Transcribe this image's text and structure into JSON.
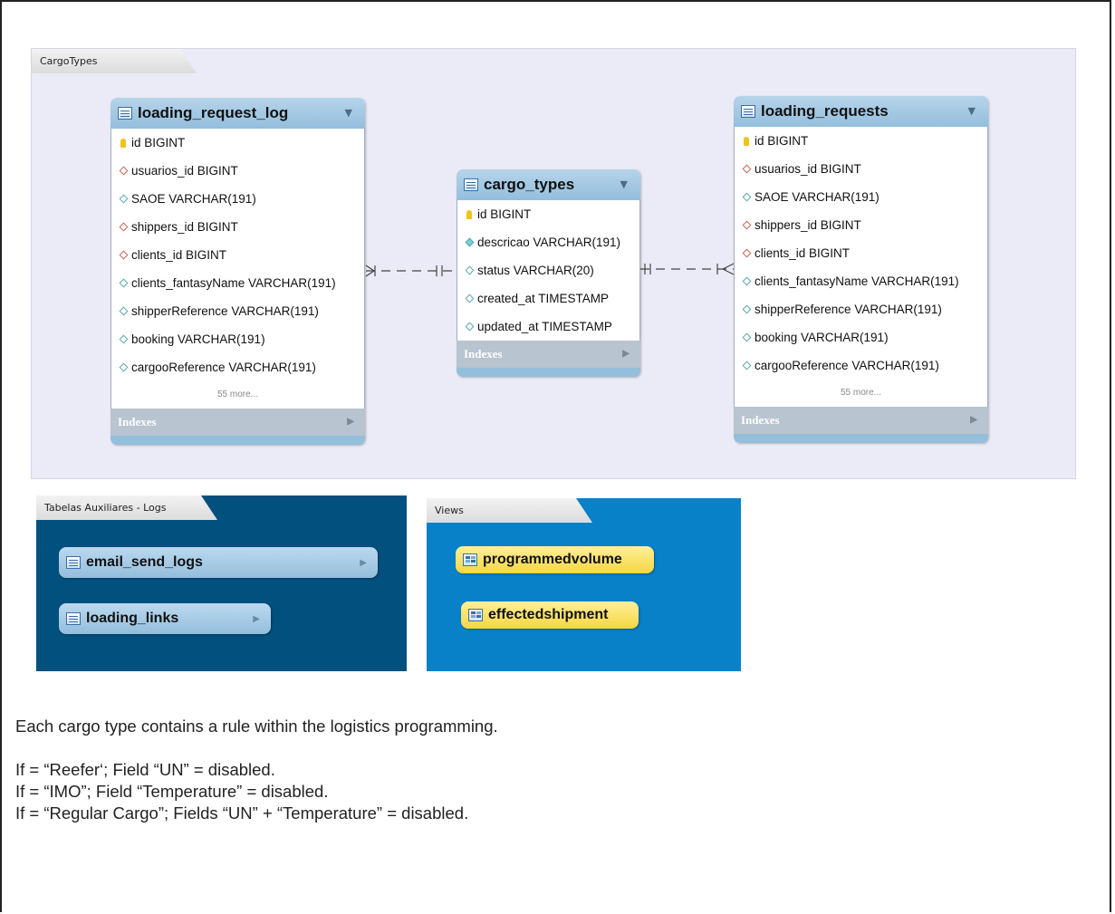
{
  "layers": {
    "cargo_types": {
      "label": "CargoTypes"
    },
    "aux_logs": {
      "label": "Tabelas Auxiliares - Logs"
    },
    "views": {
      "label": "Views"
    }
  },
  "tables": {
    "loading_request_log": {
      "name": "loading_request_log",
      "columns": [
        {
          "text": "id BIGINT",
          "icon": "primary-key-icon"
        },
        {
          "text": "usuarios_id BIGINT",
          "icon": "foreign-key-diamond-icon"
        },
        {
          "text": "SAOE VARCHAR(191)",
          "icon": "column-diamond-icon"
        },
        {
          "text": "shippers_id BIGINT",
          "icon": "foreign-key-diamond-icon"
        },
        {
          "text": "clients_id BIGINT",
          "icon": "foreign-key-diamond-icon"
        },
        {
          "text": "clients_fantasyName VARCHAR(191)",
          "icon": "column-diamond-icon"
        },
        {
          "text": "shipperReference VARCHAR(191)",
          "icon": "column-diamond-icon"
        },
        {
          "text": "booking VARCHAR(191)",
          "icon": "column-diamond-icon"
        },
        {
          "text": "cargooReference VARCHAR(191)",
          "icon": "column-diamond-icon"
        }
      ],
      "more": "55 more...",
      "indexes": "Indexes"
    },
    "cargo_types": {
      "name": "cargo_types",
      "columns": [
        {
          "text": "id BIGINT",
          "icon": "primary-key-icon"
        },
        {
          "text": "descricao VARCHAR(191)",
          "icon": "not-null-diamond-icon"
        },
        {
          "text": "status VARCHAR(20)",
          "icon": "column-diamond-icon"
        },
        {
          "text": "created_at TIMESTAMP",
          "icon": "column-diamond-icon"
        },
        {
          "text": "updated_at TIMESTAMP",
          "icon": "column-diamond-icon"
        }
      ],
      "indexes": "Indexes"
    },
    "loading_requests": {
      "name": "loading_requests",
      "columns": [
        {
          "text": "id BIGINT",
          "icon": "primary-key-icon"
        },
        {
          "text": "usuarios_id BIGINT",
          "icon": "foreign-key-diamond-icon"
        },
        {
          "text": "SAOE VARCHAR(191)",
          "icon": "column-diamond-icon"
        },
        {
          "text": "shippers_id BIGINT",
          "icon": "foreign-key-diamond-icon"
        },
        {
          "text": "clients_id BIGINT",
          "icon": "foreign-key-diamond-icon"
        },
        {
          "text": "clients_fantasyName VARCHAR(191)",
          "icon": "column-diamond-icon"
        },
        {
          "text": "shipperReference VARCHAR(191)",
          "icon": "column-diamond-icon"
        },
        {
          "text": "booking VARCHAR(191)",
          "icon": "column-diamond-icon"
        },
        {
          "text": "cargooReference VARCHAR(191)",
          "icon": "column-diamond-icon"
        }
      ],
      "more": "55 more...",
      "indexes": "Indexes"
    },
    "email_send_logs": {
      "name": "email_send_logs"
    },
    "loading_links": {
      "name": "loading_links"
    }
  },
  "views": {
    "programmedvolume": {
      "name": "programmedvolume"
    },
    "effectedshipment": {
      "name": "effectedshipment"
    }
  },
  "relationships": [
    {
      "from": "loading_request_log",
      "to": "cargo_types",
      "from_end": "many",
      "to_end": "one-and-only-one",
      "style": "dashed"
    },
    {
      "from": "cargo_types",
      "to": "loading_requests",
      "from_end": "one-and-only-one",
      "to_end": "many",
      "style": "dashed"
    }
  ],
  "notes": {
    "intro": "Each cargo type contains a rule within the logistics programming.",
    "rule1": "If = “Reefer‘; Field “UN” = disabled.",
    "rule2": "If = “IMO”; Field “Temperature” = disabled.",
    "rule3": "If = “Regular Cargo”; Fields “UN” + “Temperature” = disabled."
  },
  "colors": {
    "cargo_layer_bg": "#ebebf7",
    "logs_layer_bg": "#02507e",
    "views_layer_bg": "#0981c8",
    "table_header": "#93bedc",
    "view_pill": "#f6d640"
  }
}
